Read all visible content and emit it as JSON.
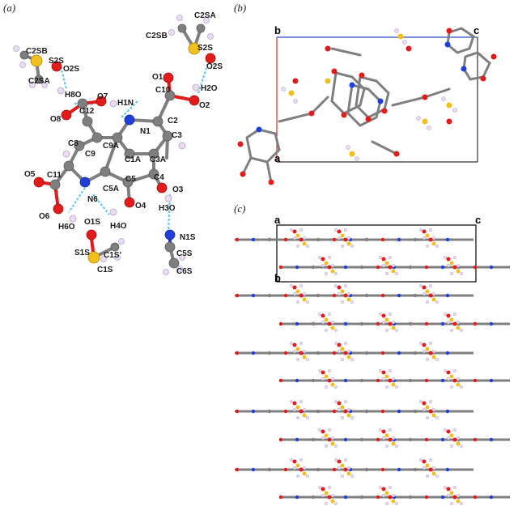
{
  "figure": {
    "panels": [
      {
        "id": "a",
        "label": "(a)"
      },
      {
        "id": "b",
        "label": "(b)"
      },
      {
        "id": "c",
        "label": "(c)"
      }
    ],
    "atom_labels": {
      "C2SB_top": "C2SB",
      "S2S_left": "S2S",
      "O2S_left": "O2S",
      "C2SA_left": "C2SA",
      "H8O": "H8O",
      "C2SA_right": "C2SA",
      "C2SB_right": "C2SB",
      "S2S_right": "S2S",
      "O2S_right": "O2S",
      "O1": "O1",
      "C10": "C10",
      "H2O": "H2O",
      "O2": "O2",
      "O7": "O7",
      "H1N": "H1N",
      "O8": "O8",
      "C12": "C12",
      "N1": "N1",
      "C2": "C2",
      "C9A": "C9A",
      "C8": "C8",
      "C9": "C9",
      "C3": "C3",
      "C1A": "C1A",
      "C3A": "C3A",
      "O5": "O5",
      "C11": "C11",
      "C4": "C4",
      "C5A": "C5A",
      "C5": "C5",
      "O3": "O3",
      "N6": "N6",
      "O4": "O4",
      "H3O": "H3O",
      "O6": "O6",
      "H6O": "H6O",
      "O1S": "O1S",
      "H4O": "H4O",
      "N1S": "N1S",
      "S1S": "S1S",
      "C1S_prime": "C1S'",
      "C5S": "C5S",
      "C1S": "C1S",
      "C6S": "C6S"
    },
    "axes": {
      "a": "a",
      "b": "b",
      "c": "c"
    },
    "colors": {
      "carbon": "#7f7f7f",
      "oxygen": "#e21b1b",
      "nitrogen": "#1f3fd8",
      "sulfur": "#f0c020",
      "hydrogen": "#e8dcf0",
      "hbond": "#6cc6e8",
      "cell_a": "#c0392b",
      "cell_b": "#000000",
      "cell_c": "#2a4fb8"
    }
  }
}
